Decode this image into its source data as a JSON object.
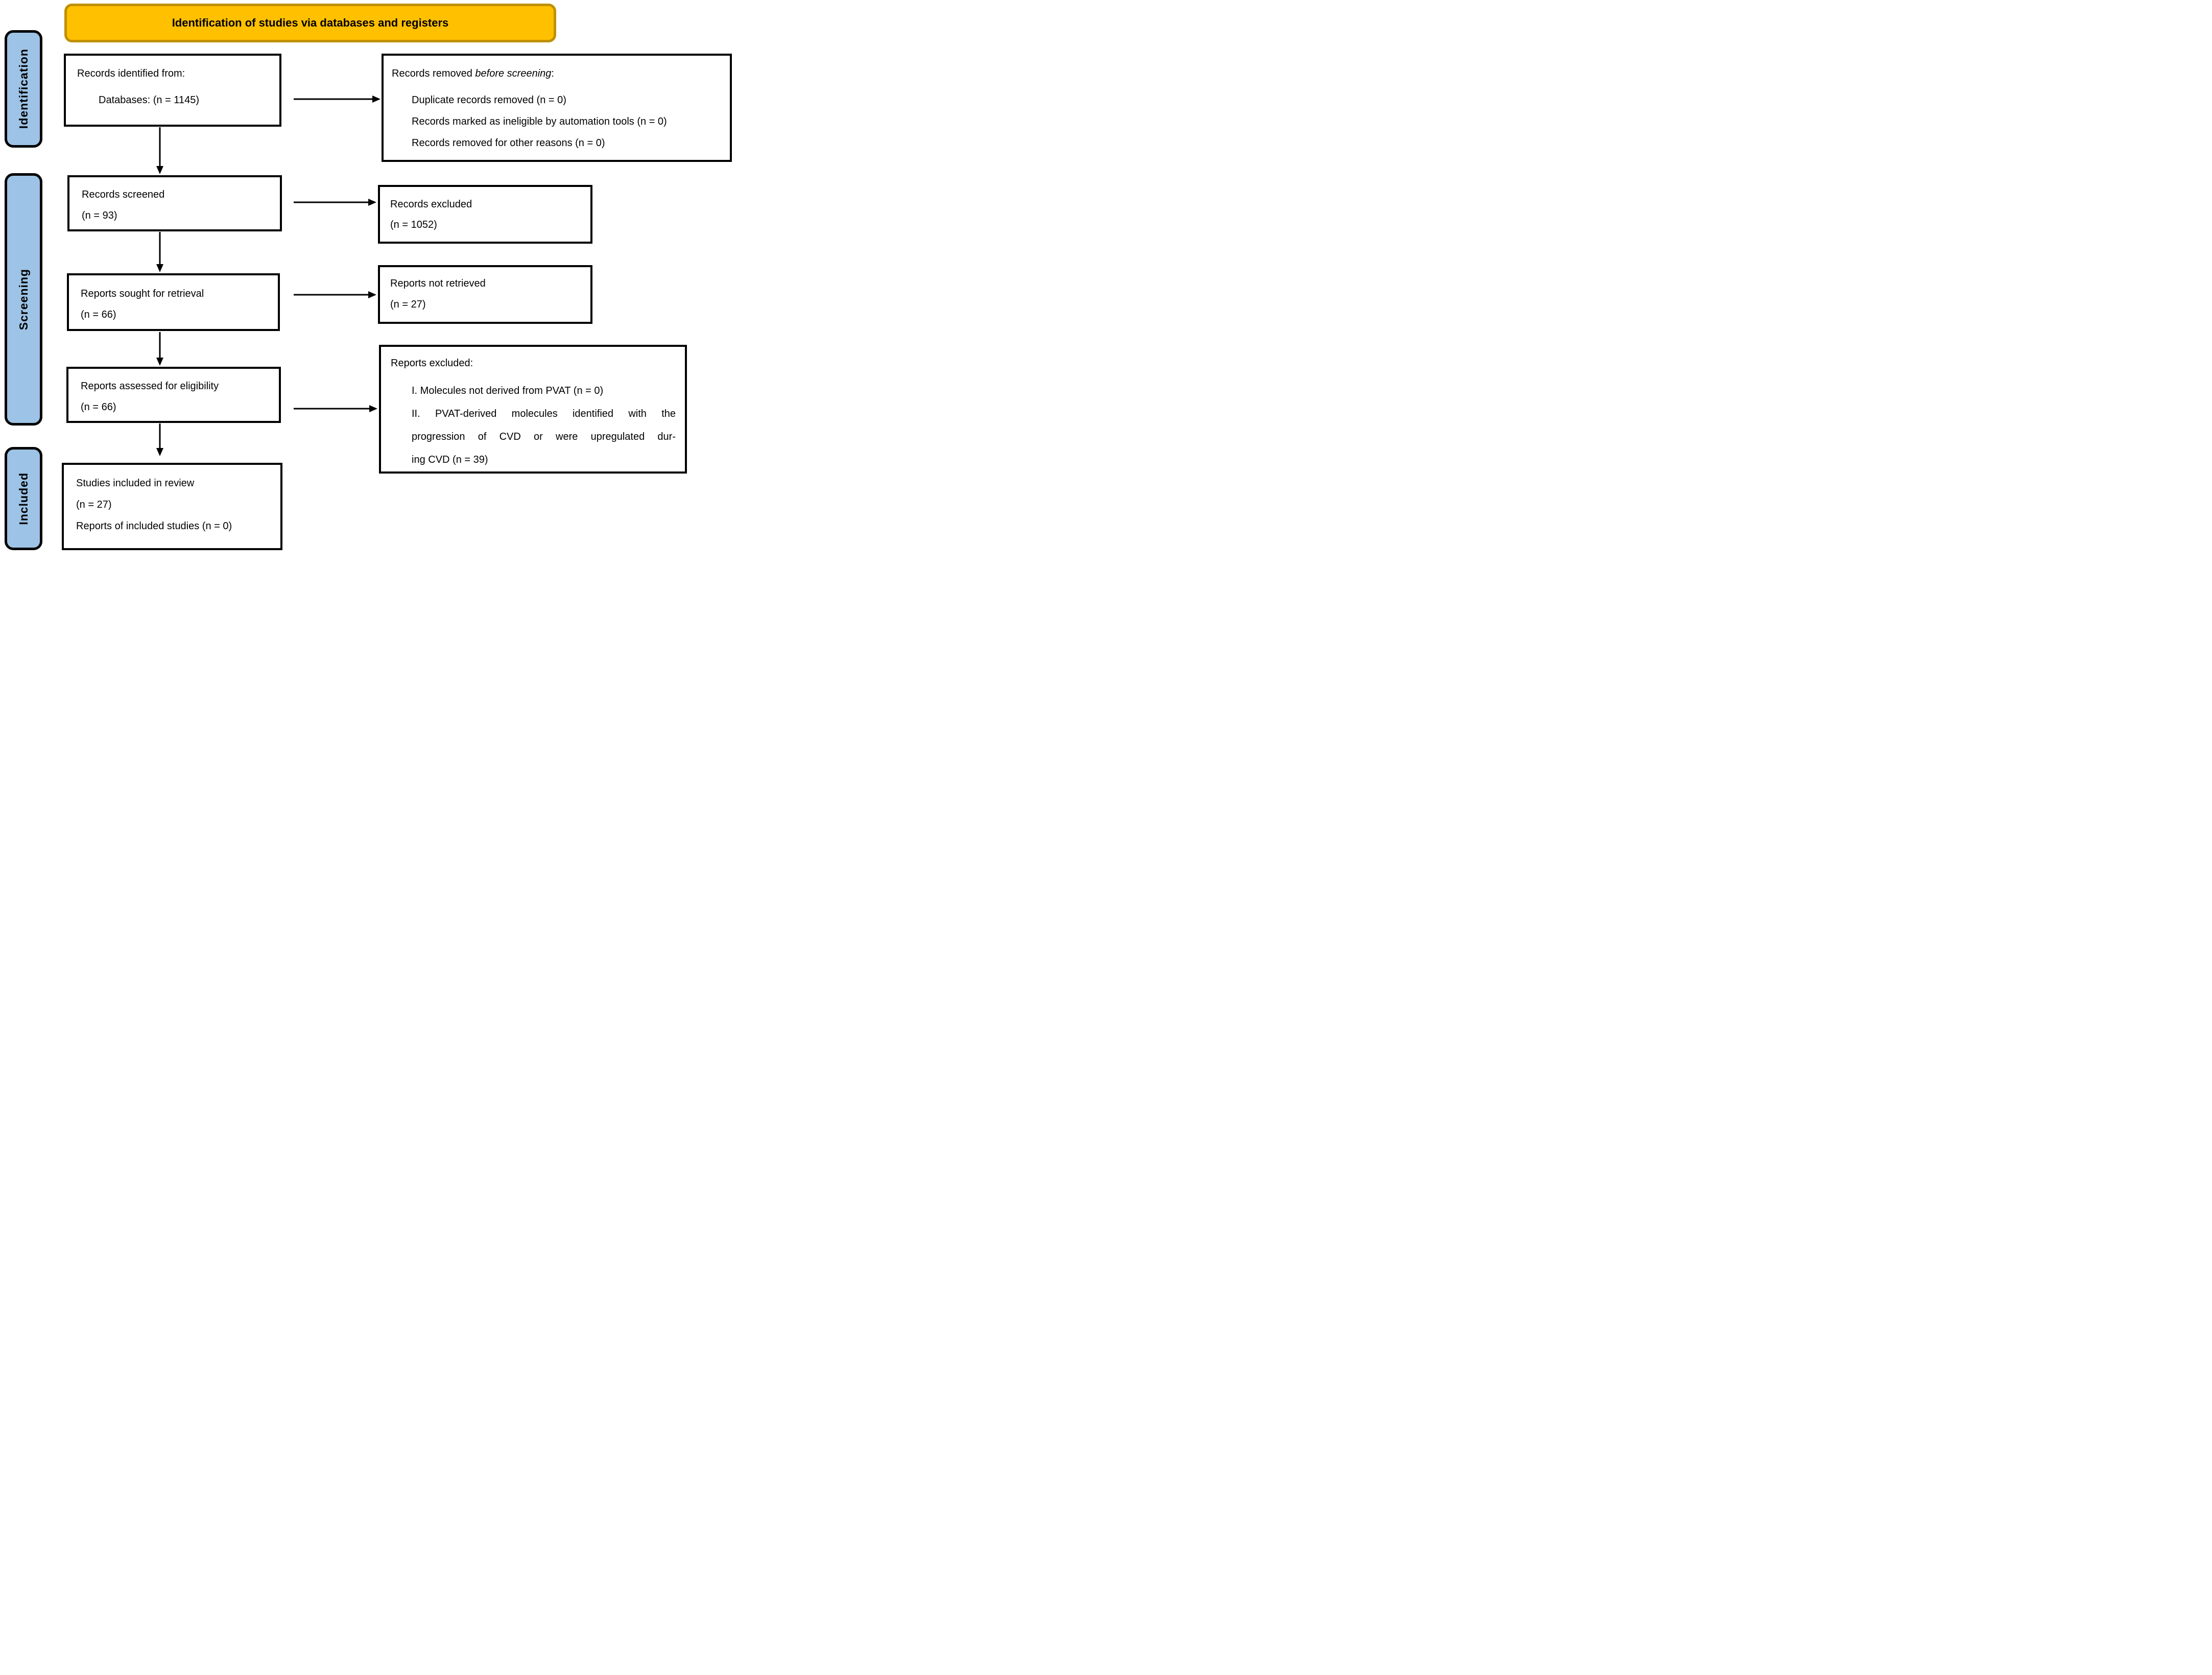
{
  "header": {
    "title": "Identification of studies via databases and registers"
  },
  "colors": {
    "header_fill": "#FFC000",
    "header_border": "#BF9000",
    "stage_fill": "#9DC3E6",
    "stage_border": "#000000",
    "box_border": "#000000",
    "arrow": "#000000"
  },
  "stages": [
    {
      "label": "Identification"
    },
    {
      "label": "Screening"
    },
    {
      "label": "Included"
    }
  ],
  "flow": {
    "records_identified": {
      "line1": "Records identified from:",
      "line2": "Databases: (n = 1145)"
    },
    "records_removed": {
      "title_prefix": "Records removed ",
      "title_italic": "before screening",
      "title_suffix": ":",
      "items": [
        "Duplicate records removed (n = 0)",
        "Records marked as ineligible by automation tools (n = 0)",
        "Records removed for other reasons (n = 0)"
      ]
    },
    "records_screened": {
      "line1": "Records screened",
      "line2": "(n = 93)"
    },
    "records_excluded": {
      "line1": "Records excluded",
      "line2": "(n = 1052)"
    },
    "reports_sought": {
      "line1": "Reports sought for retrieval",
      "line2": "(n = 66)"
    },
    "reports_not_retrieved": {
      "line1": "Reports not retrieved",
      "line2": "(n = 27)"
    },
    "reports_assessed": {
      "line1": "Reports assessed for eligibility",
      "line2": "(n = 66)"
    },
    "reports_excluded": {
      "title": "Reports excluded:",
      "item1": "I. Molecules not derived from PVAT (n = 0)",
      "item2_line1": "II. PVAT-derived molecules identified with the",
      "item2_line2": "progression of CVD or were upregulated dur-",
      "item2_line3": "ing CVD (n = 39)"
    },
    "studies_included": {
      "line1": "Studies included in review",
      "line2": "(n = 27)",
      "line3": "Reports of included studies (n = 0)"
    }
  }
}
